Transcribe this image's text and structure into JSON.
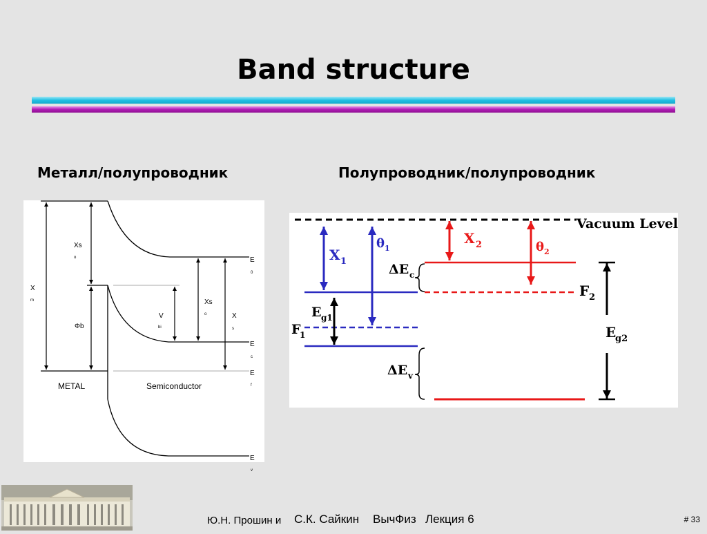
{
  "slide": {
    "title": "Band structure",
    "page_number": "# 33",
    "footer": {
      "authors_prefix": "Ю.Н. Прошин и",
      "author2": "С.К. Сайкин",
      "course": "ВычФиз",
      "lecture": "Лекция 6"
    }
  },
  "colors": {
    "background": "#e4e4e4",
    "rule_cyan": "#22c0e4",
    "rule_magenta": "#b01ab4",
    "blue_band": "#2a2ac0",
    "red_band": "#e81818"
  },
  "left_panel": {
    "subtitle": "Металл/полупроводник",
    "labels": {
      "chi_s_top": "Xs",
      "chi_s_top_sub": "o",
      "chi_m": "X",
      "chi_m_sub": "m",
      "phi_b": "Φb",
      "v": "V",
      "v_sub": "bi",
      "chi_s_right": "Xs",
      "chi_s_right_sub": "o",
      "chi_right": "X",
      "chi_right_sub": "s",
      "e0": "E",
      "e0_sub": "0",
      "ec": "E",
      "ec_sub": "c",
      "ef": "E",
      "ef_sub": "f",
      "ev": "E",
      "ev_sub": "v",
      "metal": "METAL",
      "semiconductor": "Semiconductor"
    }
  },
  "right_panel": {
    "subtitle": "Полупроводник/полупроводник",
    "labels": {
      "vacuum": "Vacuum Level",
      "x1": "X",
      "x1_sub": "1",
      "theta1": "θ",
      "theta1_sub": "1",
      "x2": "X",
      "x2_sub": "2",
      "theta2": "θ",
      "theta2_sub": "2",
      "dec": "ΔE",
      "dec_sub": "c",
      "dev": "ΔE",
      "dev_sub": "v",
      "eg1": "E",
      "eg1_sub": "g1",
      "eg2": "E",
      "eg2_sub": "g2",
      "f1": "F",
      "f1_sub": "1",
      "f2": "F",
      "f2_sub": "2"
    }
  }
}
